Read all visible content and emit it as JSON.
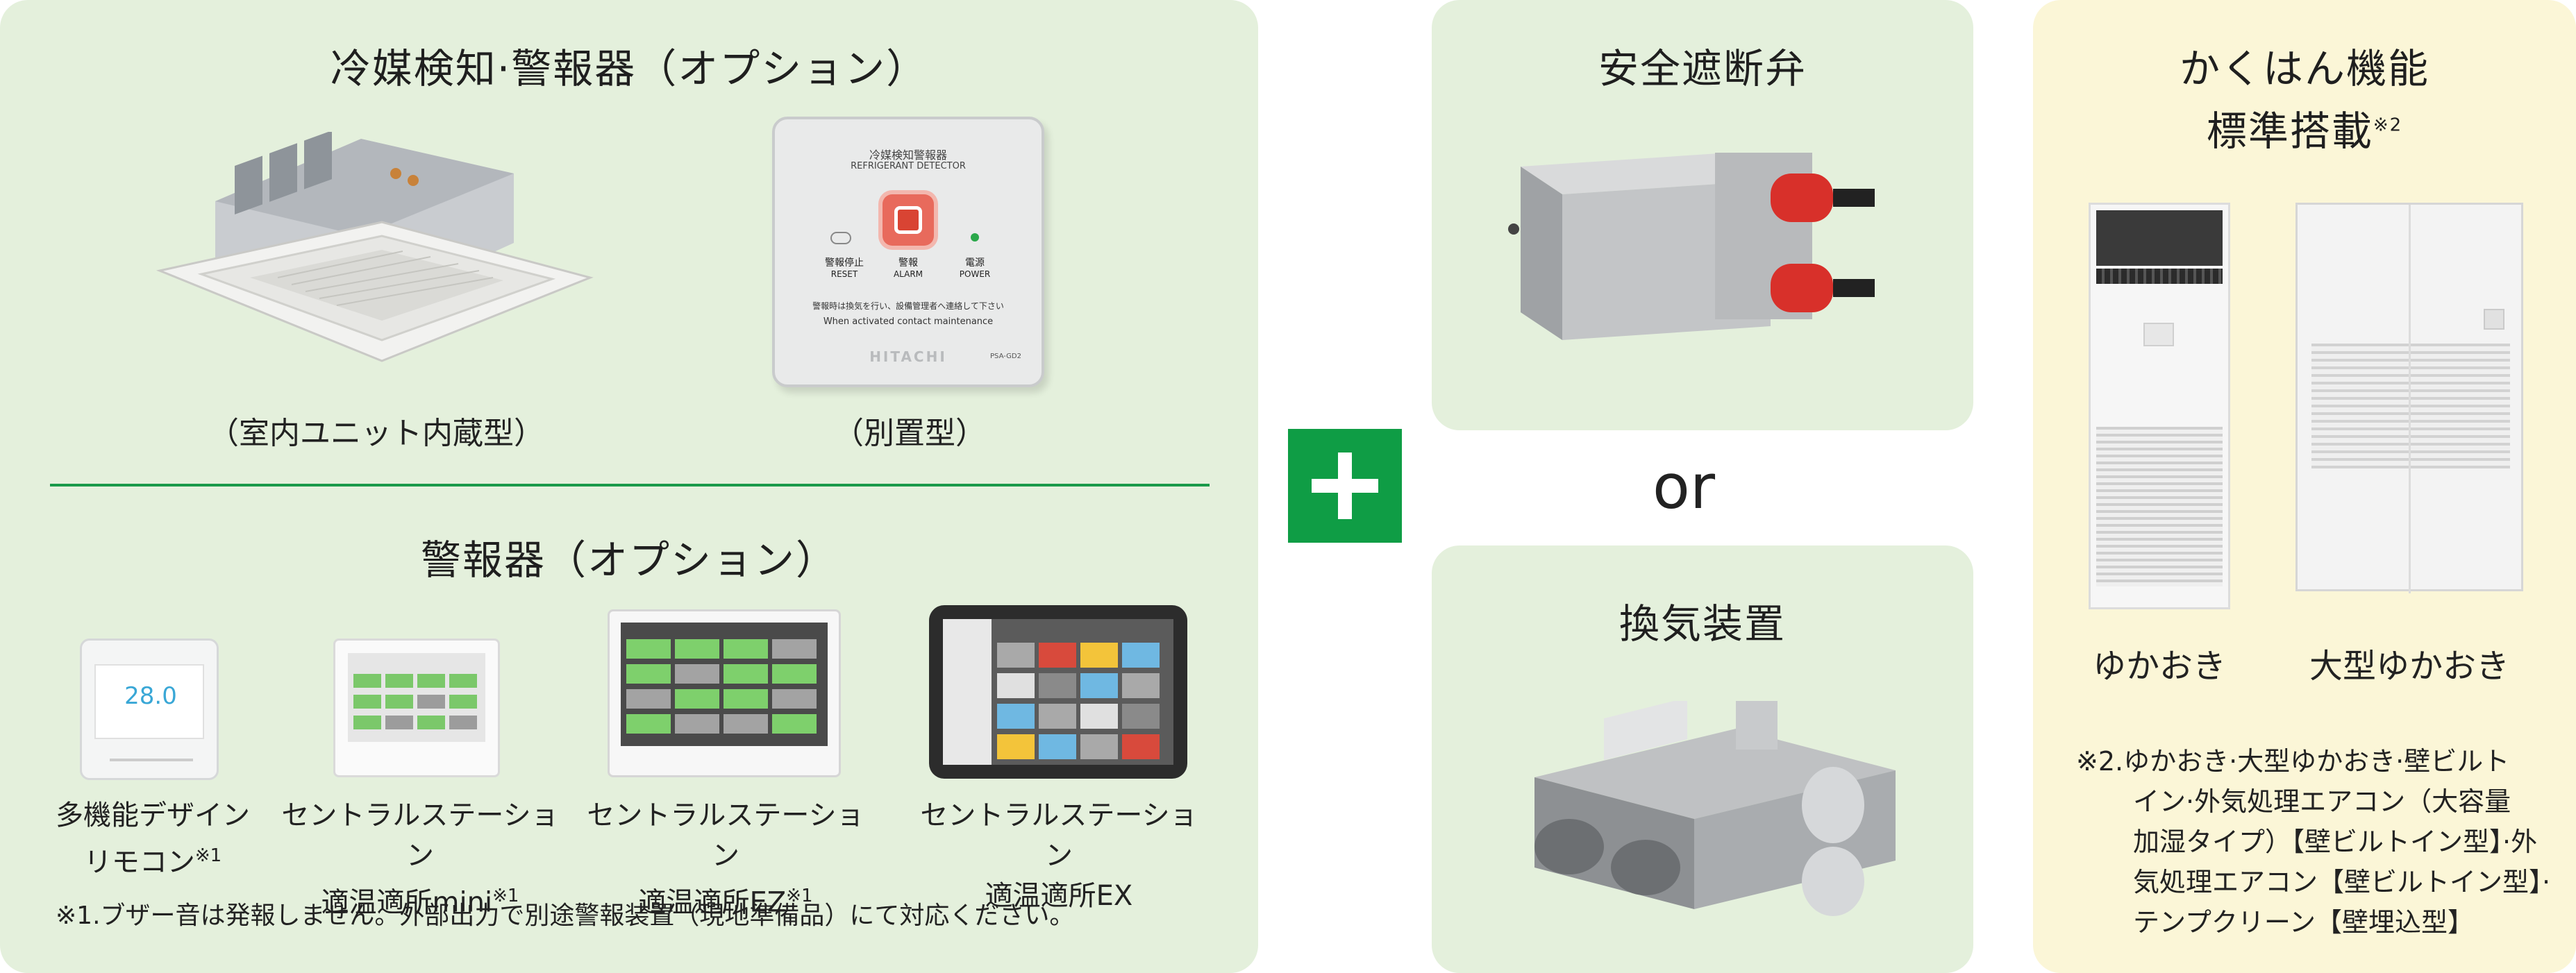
{
  "left_panel": {
    "detector_title": "冷媒検知·警報器（オプション）",
    "builtin_caption": "（室内ユニット内蔵型）",
    "separate_caption": "（別置型）",
    "detector_device": {
      "line1": "冷媒検知警報器",
      "line2": "REFRIGERANT DETECTOR",
      "btn1_jp": "警報停止",
      "btn1_en": "RESET",
      "btn2_jp": "警報",
      "btn2_en": "ALARM",
      "btn3_jp": "電源",
      "btn3_en": "POWER",
      "notice_jp": "警報時は換気を行い、設備管理者へ連絡して下さい",
      "notice_en": "When activated contact maintenance",
      "brand": "HITACHI",
      "model": "PSA-GD2"
    },
    "alarm_title": "警報器（オプション）",
    "products": [
      {
        "line1": "多機能デザイン",
        "line2": "リモコン",
        "sup": "※1",
        "screen_value": "28.0"
      },
      {
        "line1": "セントラルステーション",
        "line2": "適温適所mini",
        "sup": "※1"
      },
      {
        "line1": "セントラルステーション",
        "line2": "適温適所EZ",
        "sup": "※1"
      },
      {
        "line1": "セントラルステーション",
        "line2": "適温適所EX",
        "sup": ""
      }
    ],
    "footnote": "※1.ブザー音は発報しません。外部出力で別途警報装置（現地準備品）にて対応ください。"
  },
  "connector": {
    "plus_symbol": "+",
    "or_text": "or"
  },
  "valve_panel": {
    "title": "安全遮断弁"
  },
  "vent_panel": {
    "title": "換気装置"
  },
  "right_panel": {
    "title_line1": "かくはん機能",
    "title_line2": "標準搭載",
    "title_sup": "※2",
    "unit1_caption": "ゆかおき",
    "unit2_caption": "大型ゆかおき",
    "note_lines": [
      "※2.ゆかおき·大型ゆかおき·壁ビルト",
      "イン·外気処理エアコン（大容量",
      "加湿タイプ）【壁ビルトイン型】·外",
      "気処理エアコン【壁ビルトイン型】·",
      "テンプクリーン【壁埋込型】"
    ]
  },
  "colors": {
    "green_panel": "#e4f0dc",
    "yellow_panel": "#fbf6d7",
    "accent_green": "#0f9d45",
    "divider_green": "#1a9a4a",
    "alarm_red": "#e04a3a",
    "pipe_red": "#d8302a"
  }
}
